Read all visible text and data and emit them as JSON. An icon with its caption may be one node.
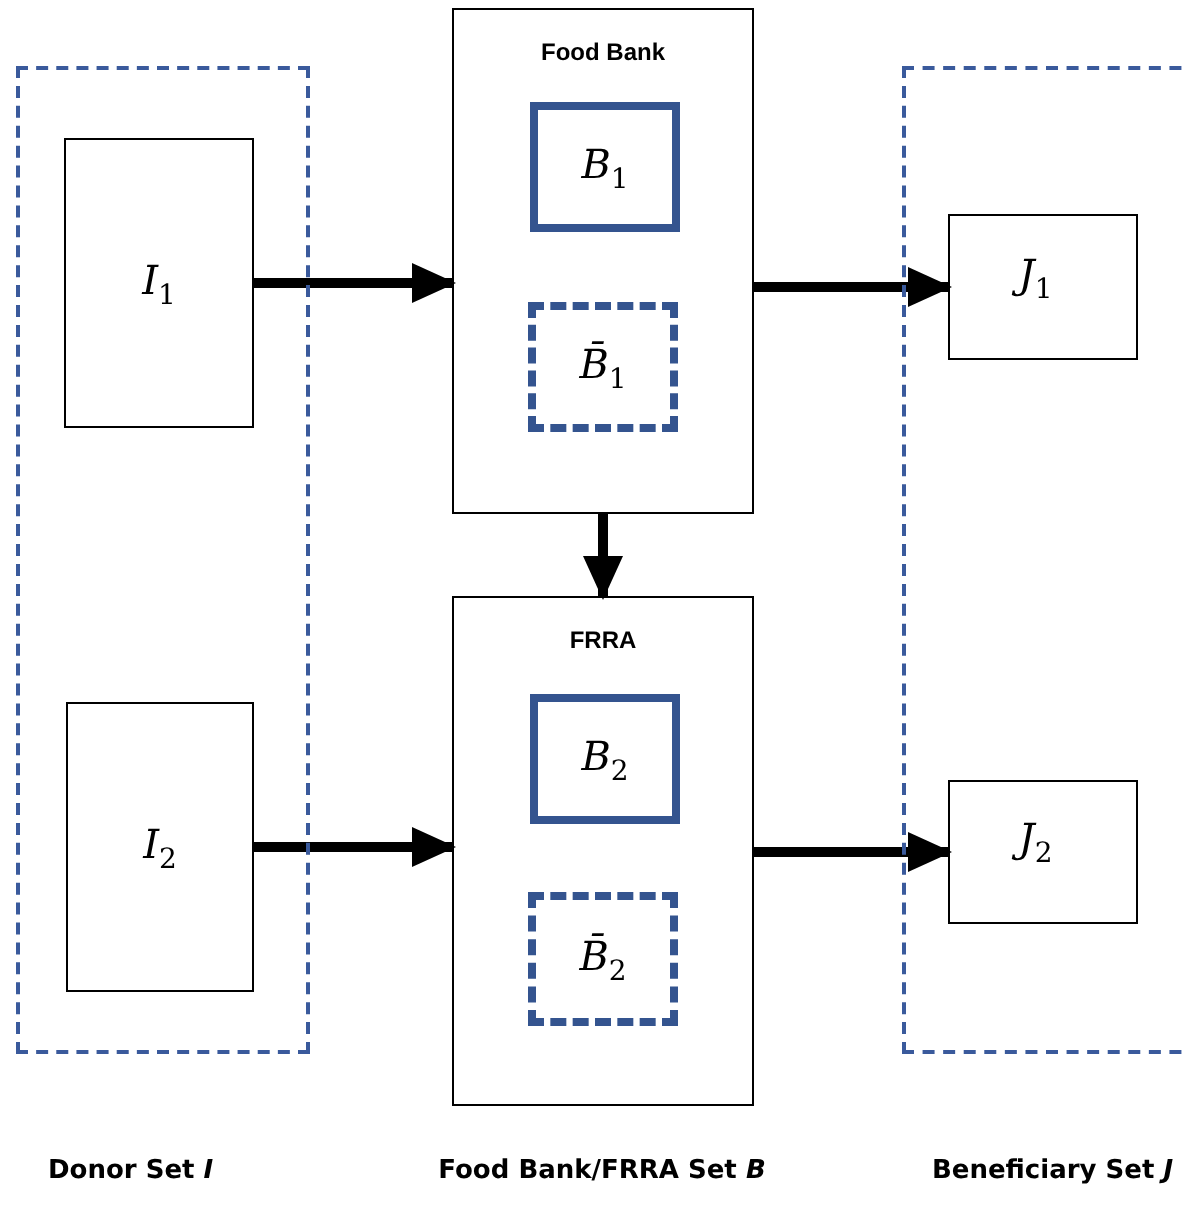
{
  "diagram": {
    "nodes": [
      {
        "text": [],
        "shape": "box"
      },
      {
        "text": [
          "*I*$_{1}$"
        ],
        "in": 0
      },
      {
        "text": [
          "*I*$_{2}$"
        ],
        "in": 0
      },
      {
        "text": [
          "Food Bank"
        ]
      },
      {
        "text": [
          "*B*$_{1}$"
        ],
        "in": 3
      },
      {
        "text": [
          "*B̄*$_{1}$"
        ],
        "in": 3
      },
      {
        "text": [
          "FRRA"
        ]
      },
      {
        "text": [
          "*B*$_{2}$"
        ],
        "in": 6
      },
      {
        "text": [
          "*B̄*$_{2}$"
        ],
        "in": 6
      },
      {
        "text": [],
        "shape": "box"
      },
      {
        "text": [
          "*J*$_{1}$"
        ],
        "in": 9
      },
      {
        "text": [
          "*J*$_{2}$"
        ],
        "in": 9
      }
    ],
    "edges": [
      {
        "from": 1,
        "to": 3,
        "arrow": "to"
      },
      {
        "from": 3,
        "to": 10,
        "arrow": "to"
      },
      {
        "from": 3,
        "to": 6,
        "arrow": "to"
      },
      {
        "from": 2,
        "to": 6,
        "arrow": "to"
      },
      {
        "from": 6,
        "to": 11,
        "arrow": "to"
      }
    ],
    "labels": [
      "Donor Set *I*",
      "Food Bank/FRRA Set *B*",
      "Beneficiary Set *J*"
    ]
  }
}
